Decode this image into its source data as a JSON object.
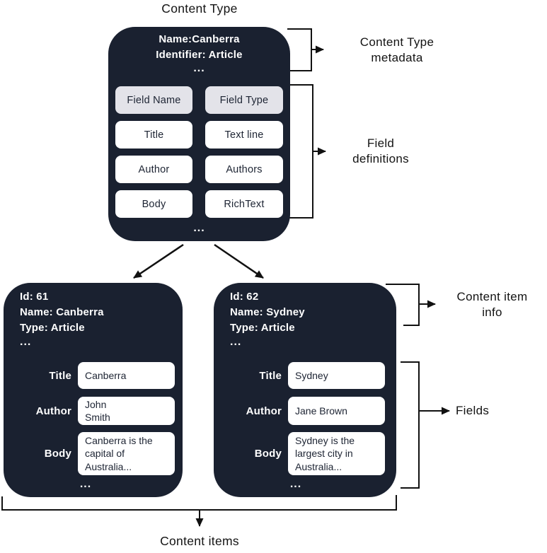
{
  "colors": {
    "box_bg": "#1a2130",
    "header_cell_bg": "#e3e3e9",
    "cell_text": "#1d2433",
    "line_color": "#111111",
    "ann_text": "#131313",
    "white": "#ffffff"
  },
  "diagram": {
    "title": "Content Type",
    "bottom_label": "Content items"
  },
  "content_type_box": {
    "metadata": {
      "name": "Name:Canberra",
      "identifier": "Identifier: Article",
      "more": "..."
    },
    "field_table": {
      "headers": [
        "Field Name",
        "Field Type"
      ],
      "rows": [
        [
          "Title",
          "Text line"
        ],
        [
          "Author",
          "Authors"
        ],
        [
          "Body",
          "RichText"
        ]
      ]
    },
    "more": "..."
  },
  "annotations": {
    "content_type_metadata": "Content Type\nmetadata",
    "field_definitions": "Field\ndefinitions",
    "content_item_info": "Content item\ninfo",
    "fields": "Fields"
  },
  "content_items": [
    {
      "id": "Id: 61",
      "name": "Name: Canberra",
      "type": "Type: Article",
      "more": "...",
      "fields": [
        {
          "label": "Title",
          "value": "Canberra"
        },
        {
          "label": "Author",
          "value": "John\nSmith"
        },
        {
          "label": "Body",
          "value": "Canberra is the\ncapital of\nAustralia..."
        }
      ],
      "footer_more": "..."
    },
    {
      "id": "Id: 62",
      "name": "Name: Sydney",
      "type": "Type: Article",
      "more": "...",
      "fields": [
        {
          "label": "Title",
          "value": "Sydney"
        },
        {
          "label": "Author",
          "value": "Jane Brown"
        },
        {
          "label": "Body",
          "value": "Sydney is the\nlargest city in\nAustralia..."
        }
      ],
      "footer_more": "..."
    }
  ]
}
